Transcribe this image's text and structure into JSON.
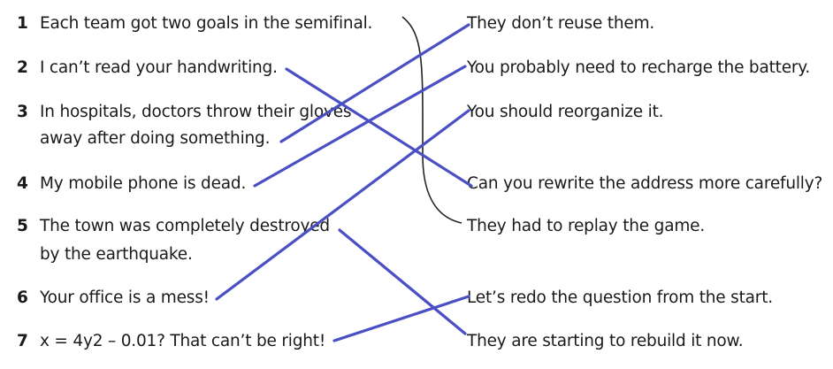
{
  "left_items": [
    {
      "num": "1",
      "lines": [
        "Each team got two goals in the semifinal."
      ]
    },
    {
      "num": "2",
      "lines": [
        "I can’t read your handwriting."
      ]
    },
    {
      "num": "3",
      "lines": [
        "In hospitals, doctors throw their gloves",
        "away after doing something."
      ]
    },
    {
      "num": "4",
      "lines": [
        "My mobile phone is dead."
      ]
    },
    {
      "num": "5",
      "lines": [
        "The town was completely destroyed",
        "by the earthquake."
      ]
    },
    {
      "num": "6",
      "lines": [
        "Your office is a mess!"
      ]
    },
    {
      "num": "7",
      "lines": [
        "x = 4y2 – 0.01? That can’t be right!"
      ]
    }
  ],
  "right_items": [
    "They don’t reuse them.",
    "You probably need to recharge the battery.",
    "You should reorganize it.",
    "Can you rewrite the address more carefully?",
    "They had to replay the game.",
    "Let’s redo the question from the start.",
    "They are starting to rebuild it now."
  ],
  "matches": [
    {
      "left": "1",
      "right": "They had to replay the game."
    },
    {
      "left": "2",
      "right": "Can you rewrite the address more carefully?"
    },
    {
      "left": "3",
      "right": "They don’t reuse them."
    },
    {
      "left": "4",
      "right": "You probably need to recharge the battery."
    },
    {
      "left": "5",
      "right": "They are starting to rebuild it now."
    },
    {
      "left": "6",
      "right": "You should reorganize it."
    },
    {
      "left": "7",
      "right": "Let’s redo the question from the start."
    }
  ],
  "colors": {
    "line": "#4a4fc4",
    "bracket": "#222222",
    "text": "#1a1a1a"
  }
}
